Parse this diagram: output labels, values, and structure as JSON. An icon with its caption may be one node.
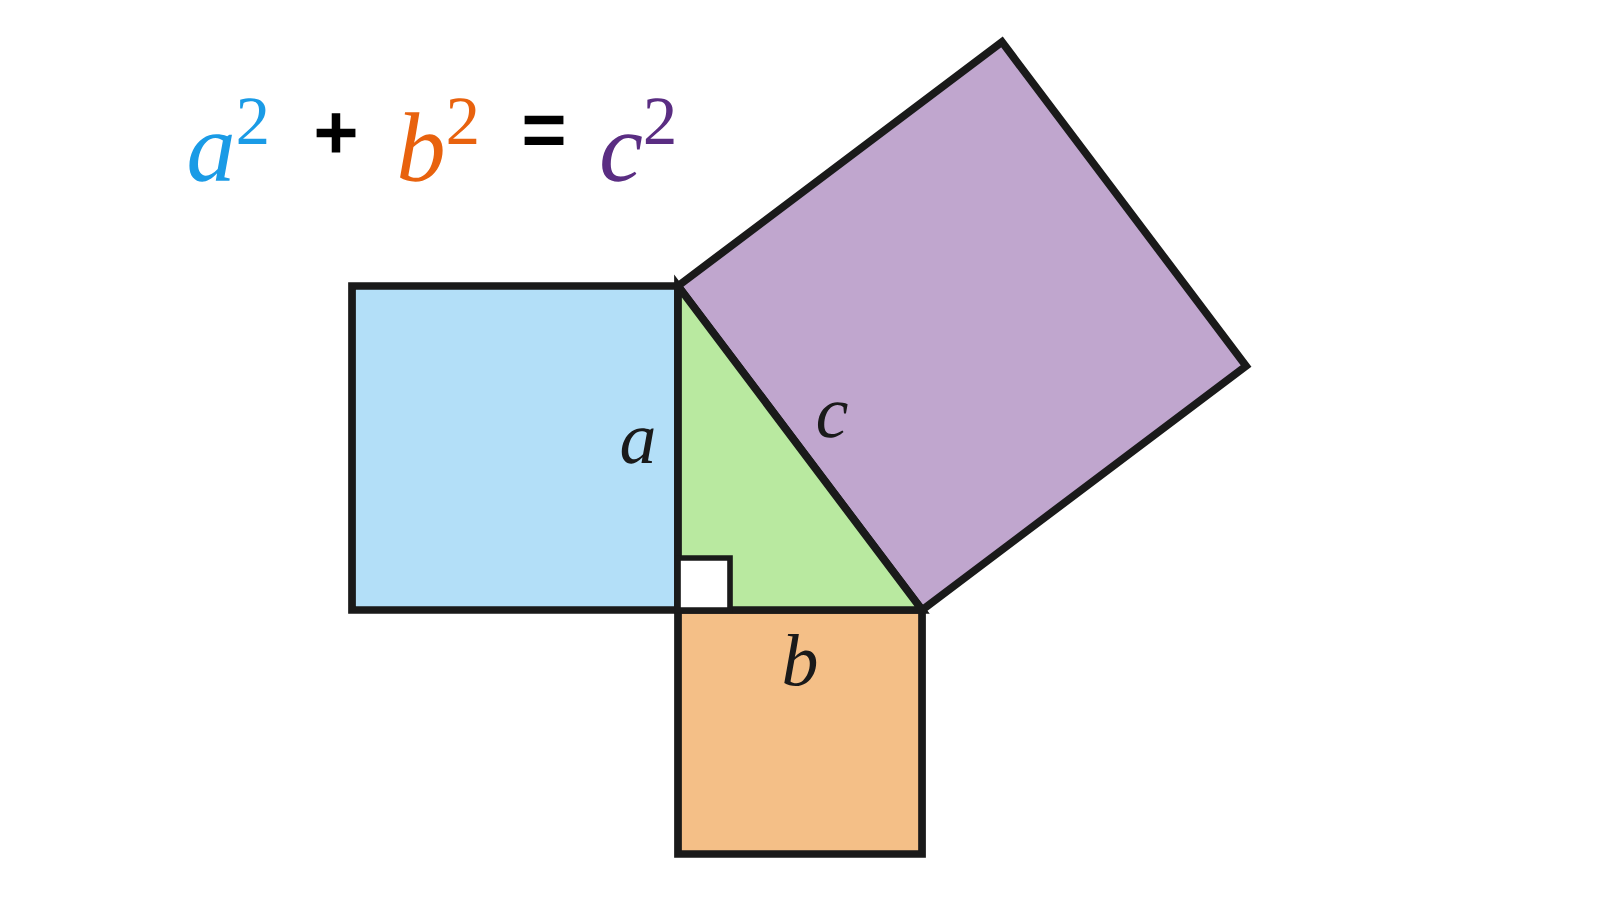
{
  "diagram": {
    "labels": [
      "*a*$^{2}$",
      "+",
      "*b*$^{2}$",
      "=",
      "*c*$^{2}$",
      "a",
      "c",
      "b"
    ]
  }
}
